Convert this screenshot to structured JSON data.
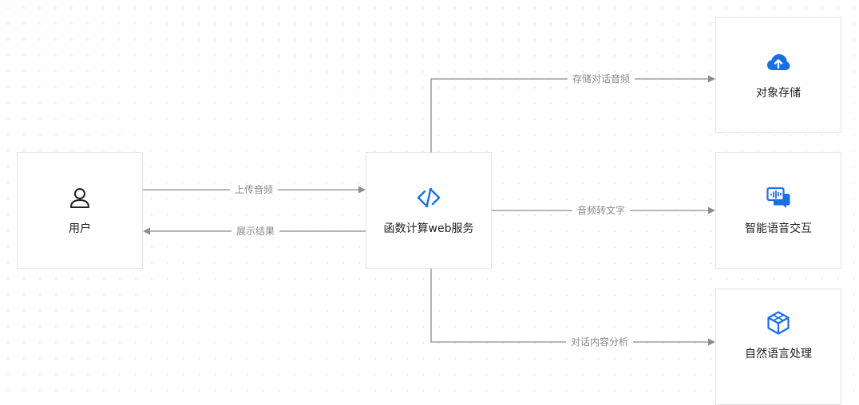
{
  "nodes": {
    "user": {
      "label": "用户",
      "icon": "user-icon"
    },
    "fc": {
      "label": "函数计算web服务",
      "icon": "function-compute-icon"
    },
    "oss": {
      "label": "对象存储",
      "icon": "cloud-upload-icon"
    },
    "isi": {
      "label": "智能语音交互",
      "icon": "voice-chat-icon"
    },
    "nlp": {
      "label": "自然语言处理",
      "icon": "cube-icon"
    }
  },
  "edges": {
    "upload": "上传音频",
    "result": "展示结果",
    "store": "存储对话音频",
    "asr": "音频转文字",
    "analyze": "对话内容分析"
  },
  "colors": {
    "accent": "#1a6fe8",
    "line": "#8c8c8c",
    "label_text": "#8a8a8a",
    "node_border": "#e3e3e3"
  }
}
